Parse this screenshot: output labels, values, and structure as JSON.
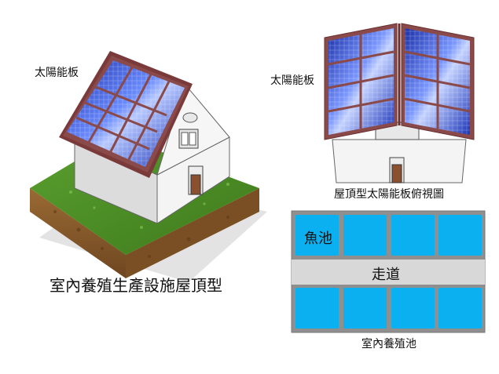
{
  "labels": {
    "left_panel": "太陽能板",
    "right_panel": "太陽能板",
    "house_caption": "室內養殖生產設施屋頂型",
    "roof_view_caption": "屋頂型太陽能板俯視圖",
    "pond_label": "魚池",
    "aisle_label": "走道",
    "pond_caption": "室內養殖池"
  },
  "colors": {
    "panel_blue": "#1f3fbf",
    "panel_frame": "#8b4a4a",
    "roof_edge": "#7a3a3a",
    "wall": "#f2f2f2",
    "grass": "#4a8a22",
    "soil": "#8a5a2a",
    "pond_cyan": "#0ab0f0",
    "pond_frame": "#808080",
    "aisle": "#d8d8d8"
  }
}
